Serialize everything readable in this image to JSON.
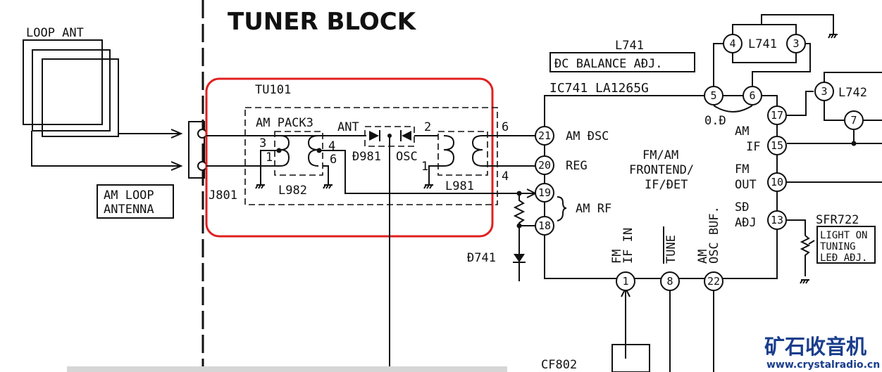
{
  "title": "TUNER BLOCK",
  "antenna": {
    "loop_label": "LOOP ANT",
    "box_line1": "AM LOOP",
    "box_line2": "ANTENNA",
    "jack": "J801"
  },
  "tuner": {
    "module": "TU101",
    "pack": "AM PACK3",
    "l982": "L982",
    "l981": "L981",
    "d981": "Ð981",
    "ant": "ANT",
    "osc": "OSC",
    "pins": {
      "p3": "3",
      "p1": "1",
      "p4": "4",
      "p6": "6",
      "p2": "2",
      "p1b": "1",
      "out6": "6",
      "out4": "4"
    },
    "highlight_color": "#e02020"
  },
  "ic": {
    "name": "IC741 LA1265G",
    "function_l1": "FM/AM",
    "function_l2": "FRONTEND/",
    "function_l3": "IF/ÐET",
    "pins": [
      {
        "n": "21",
        "label": "AM ÐSC"
      },
      {
        "n": "20",
        "label": "REG"
      },
      {
        "n": "19",
        "label": ""
      },
      {
        "n": "18",
        "label": ""
      },
      {
        "n": "5",
        "label": ""
      },
      {
        "n": "6",
        "label": ""
      },
      {
        "n": "17",
        "label": ""
      },
      {
        "n": "15",
        "label": "AM IF"
      },
      {
        "n": "10",
        "label": "FM OUT"
      },
      {
        "n": "13",
        "label": "SÐ AÐJ"
      },
      {
        "n": "1",
        "label": "FM IF IN"
      },
      {
        "n": "8",
        "label": "TUNE"
      },
      {
        "n": "22",
        "label": "AM OSC BUF."
      }
    ],
    "am_rf": "AM RF",
    "od": "0.Ð",
    "am": "AM",
    "if": "IF",
    "fm": "FM",
    "out": "OUT",
    "sd": "SÐ",
    "adj": "AÐJ",
    "fm_v": "FM",
    "ifin_v": "IF IN",
    "tune_v": "TUNE",
    "am_v": "AM",
    "oscbuf_v": "OSC BUF."
  },
  "l741": {
    "name": "L741",
    "adj": "ÐC BALANCE AÐJ.",
    "pin4": "4",
    "pin3": "3"
  },
  "l742": {
    "name": "L742",
    "pin3": "3",
    "pin7": "7"
  },
  "d741": "Ð741",
  "sfr722": {
    "name": "SFR722",
    "l1": "LIGHT ON",
    "l2": "TUNING",
    "l3": "LEÐ AÐJ."
  },
  "cf802": "CF802",
  "watermark": {
    "cn": "矿石收音机",
    "url": "www.crystalradio.cn",
    "color": "#1a3e8c"
  }
}
